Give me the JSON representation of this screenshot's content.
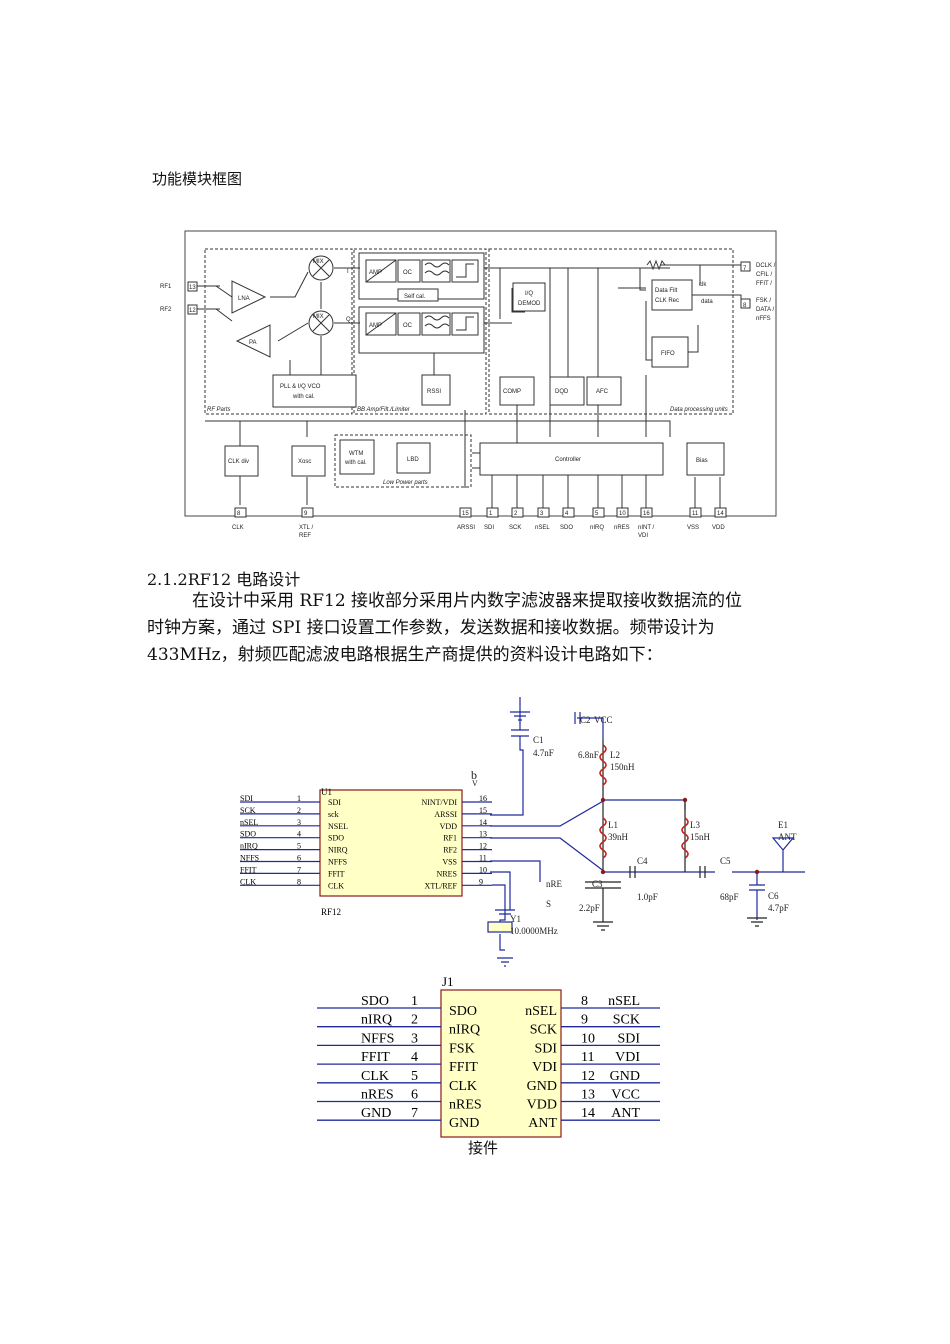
{
  "page": {
    "caption": "功能模块框图",
    "section_heading": "2.1.2RF12 电路设计",
    "paragraph_lines": [
      "在设计中采用 RF12 接收部分采用片内数字滤波器来提取接收数据流的位",
      "时钟方案，通过 SPI 接口设置工作参数，发送数据和接收数据。频带设计为",
      "433MHz，射频匹配滤波电路根据生产商提供的资料设计电路如下："
    ],
    "connector_caption": "接件"
  },
  "block_diagram": {
    "rf_in": [
      "RF1",
      "RF2"
    ],
    "rf_pins": [
      "13",
      "12"
    ],
    "blocks": {
      "lna": "LNA",
      "pa": "PA",
      "mix": "MIX",
      "pll": [
        "PLL & I/Q VCO",
        "with cal."
      ],
      "amp": "AMP",
      "oc": "OC",
      "self_cal": "Self cal.",
      "iq": [
        "I/Q",
        "DEMOD"
      ],
      "data_filt": [
        "Data Filt",
        "CLK Rec"
      ],
      "fifo": "FIFO",
      "rssi": "RSSI",
      "comp": "COMP",
      "dqd": "DQD",
      "afc": "AFC",
      "clk_div": "CLK div",
      "xosc": "Xosc",
      "wtm": [
        "WTM",
        "with cal."
      ],
      "lbd": "LBD",
      "controller": "Controller",
      "bias": "Bias"
    },
    "region_labels": [
      "RF Parts",
      "BB Amp/Filt./Limiter",
      "Data processing units",
      "Low Power parts"
    ],
    "signals": [
      "I",
      "Q",
      "clk",
      "data"
    ],
    "right_pins": [
      {
        "num": "7",
        "label": [
          "DCLK /",
          "CFIL /",
          "FFIT /"
        ]
      },
      {
        "num": "8",
        "label": [
          "FSK /",
          "DATA /",
          "nFFS"
        ]
      }
    ],
    "bottom_pins": [
      {
        "num": "8",
        "label": [
          "CLK"
        ]
      },
      {
        "num": "9",
        "label": [
          "XTL /",
          "REF"
        ]
      },
      {
        "num": "15",
        "label": [
          "ARSSI"
        ]
      },
      {
        "num": "1",
        "label": [
          "SDI"
        ]
      },
      {
        "num": "2",
        "label": [
          "SCK"
        ]
      },
      {
        "num": "3",
        "label": [
          "nSEL"
        ]
      },
      {
        "num": "4",
        "label": [
          "SDO"
        ]
      },
      {
        "num": "5",
        "label": [
          "nIRQ"
        ]
      },
      {
        "num": "10",
        "label": [
          "nRES"
        ]
      },
      {
        "num": "16",
        "label": [
          "nINT /",
          "VDI"
        ]
      },
      {
        "num": "11",
        "label": [
          "VSS"
        ]
      },
      {
        "num": "14",
        "label": [
          "VDD"
        ]
      }
    ]
  },
  "schematic": {
    "chip_ref": "U1",
    "chip_name": "RF12",
    "left_nets": [
      "SDI",
      "SCK",
      "nSEL",
      "SDO",
      "nIRQ",
      "NFFS",
      "FFIT",
      "CLK"
    ],
    "left_pins": [
      "SDI",
      "sck",
      "NSEL",
      "SDO",
      "NIRQ",
      "NFFS",
      "FFIT",
      "CLK"
    ],
    "left_nums": [
      "1",
      "2",
      "3",
      "4",
      "5",
      "6",
      "7",
      "8"
    ],
    "right_pins": [
      "NINT/VDI",
      "ARSSI",
      "VDD",
      "RF1",
      "RF2",
      "VSS",
      "NRES",
      "XTL/REF"
    ],
    "right_nums": [
      "16",
      "15",
      "14",
      "13",
      "12",
      "11",
      "10",
      "9"
    ],
    "vdi_label": [
      "b",
      "V"
    ],
    "components": {
      "c1": [
        "C1",
        "4.7nF"
      ],
      "c2": "C2",
      "vcc": "VCC",
      "c2_val": "6.8nF",
      "l2": [
        "L2",
        "150nH"
      ],
      "l1": [
        "L1",
        "39nH"
      ],
      "l3": [
        "L3",
        "15nH"
      ],
      "e1": [
        "E1",
        "ANT"
      ],
      "c4": [
        "C4",
        "1.0pF"
      ],
      "c5": [
        "C5",
        "68pF"
      ],
      "c6": [
        "C6",
        "4.7pF"
      ],
      "c3": [
        "C3",
        "2.2pF"
      ],
      "nres": [
        "nRE",
        "S"
      ],
      "y1": [
        "Y1",
        "10.0000MHz"
      ]
    }
  },
  "connector": {
    "ref": "J1",
    "left": [
      {
        "net": "SDO",
        "num": "1",
        "pin": "SDO"
      },
      {
        "net": "nIRQ",
        "num": "2",
        "pin": "nIRQ"
      },
      {
        "net": "NFFS",
        "num": "3",
        "pin": "FSK"
      },
      {
        "net": "FFIT",
        "num": "4",
        "pin": "FFIT"
      },
      {
        "net": "CLK",
        "num": "5",
        "pin": "CLK"
      },
      {
        "net": "nRES",
        "num": "6",
        "pin": "nRES"
      },
      {
        "net": "GND",
        "num": "7",
        "pin": "GND"
      }
    ],
    "right": [
      {
        "pin": "nSEL",
        "num": "8",
        "net": "nSEL"
      },
      {
        "pin": "SCK",
        "num": "9",
        "net": "SCK"
      },
      {
        "pin": "SDI",
        "num": "10",
        "net": "SDI"
      },
      {
        "pin": "VDI",
        "num": "11",
        "net": "VDI"
      },
      {
        "pin": "GND",
        "num": "12",
        "net": "GND"
      },
      {
        "pin": "VDD",
        "num": "13",
        "net": "VCC"
      },
      {
        "pin": "ANT",
        "num": "14",
        "net": "ANT"
      }
    ]
  },
  "colors": {
    "wire_blue": "#1f2a9c",
    "wire_dark": "#222222",
    "chip_fill": "#ffffc6",
    "chip_border": "#8b1a1a",
    "inductor": "#c0201c"
  }
}
